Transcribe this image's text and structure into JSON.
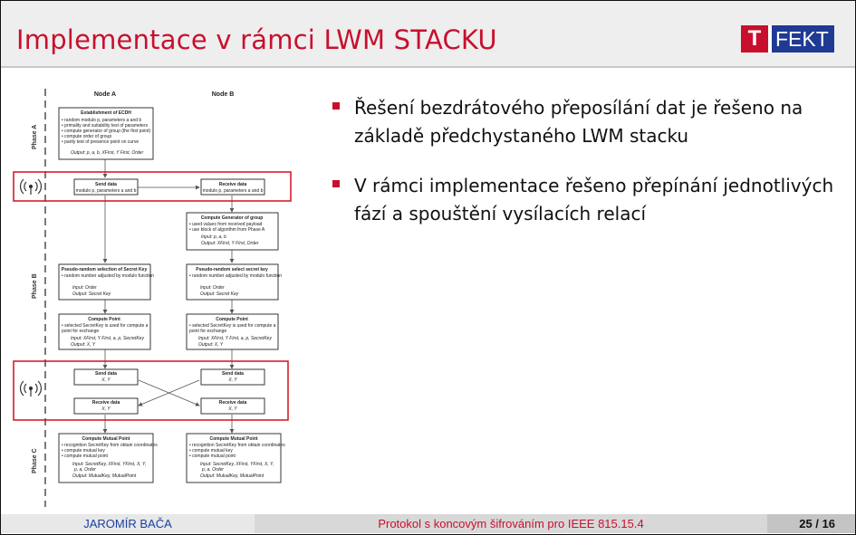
{
  "slide": {
    "title": "Implementace v rámci LWM STACKU",
    "logo": {
      "letter": "T",
      "word": "FEKT"
    },
    "bullets": [
      "Řešení bezdrátového přeposílání dat je řešeno na základě předchystaného LWM stacku",
      "V rámci implementace řešeno přepínání jednotlivých fází a spouštění vysílacích relací"
    ],
    "footer": {
      "author": "JAROMÍR BAČA",
      "talk": "Protokol s koncovým šifrováním pro IEEE 815.15.4",
      "page": "25 / 16"
    }
  },
  "diagram": {
    "node_a": "Node A",
    "node_b": "Node B",
    "phase_a": "Phase A",
    "phase_b": "Phase B",
    "phase_c": "Phase C",
    "ecdh": {
      "title": "Establishment of ECDH",
      "l1": "• random modulo p, parameters a and b",
      "l2": "• primality and suitability test of parameters",
      "l3": "• compute generator of group (the first point)",
      "l4": "• compute order of group",
      "l5": "• parity test of presence point on curve",
      "out": "Output: p, a, b, XFirst, Y First, Order"
    },
    "send1": {
      "title": "Send data",
      "sub": "modulo p, parameters a and b"
    },
    "recv1": {
      "title": "Receive data",
      "sub": "modulo p, parameters a and b"
    },
    "gen": {
      "title": "Compute Generator of group",
      "l1": "• used values from received payload",
      "l2": "• use block of algorithm from Phase A",
      "in": "Input: p, a, b",
      "out": "Output: XFirst, Y First, Order"
    },
    "pra": {
      "title": "Pseudo-random selection of Secret Key",
      "l1": "• random number adjusted by modulo function",
      "in": "Input: Order",
      "out": "Output: Secret Key"
    },
    "prb": {
      "title": "Pseudo-random select secret key",
      "l1": "• random number adjusted by modulo function",
      "in": "Input: Order",
      "out": "Output: Secret Key"
    },
    "cpa": {
      "title": "Compute Point",
      "l1": "• selected SecretKey is used for compute a",
      "l2": "  point for exchange",
      "in": "Input: XFirst, Y First, a, p, SecretKey",
      "out": "Output: X, Y"
    },
    "cpb": {
      "title": "Compute Point",
      "l1": "• selected SecretKey is used for compute a",
      "l2": "  point for exchange",
      "in": "Input: XFirst, Y First, a, p, SecretKey",
      "out": "Output: X, Y"
    },
    "send2a": {
      "title": "Send data",
      "sub": "X, Y"
    },
    "send2b": {
      "title": "Send data",
      "sub": "X, Y"
    },
    "recv2a": {
      "title": "Receive data",
      "sub": "X, Y"
    },
    "recv2b": {
      "title": "Receive data",
      "sub": "X, Y"
    },
    "cma": {
      "title": "Compute Mutual Point",
      "l1": "• recognition SecretKey from obtain coordinates",
      "l2": "• compute mutual key",
      "l3": "• compute mutual point",
      "in": "Input: SecretKey, XFirst, YFirst, X, Y,",
      "in2": "p, a, Order",
      "out": "Output: MutualKey, MutualPoint"
    },
    "cmb": {
      "title": "Compute Mutual Point",
      "l1": "• recognition SecretKey from obtain coordinates",
      "l2": "• compute mutual key",
      "l3": "• compute mutual point",
      "in": "Input: SecretKey, XFirst, YFirst, X, Y,",
      "in2": "p, a, Order",
      "out": "Output: MutualKey, MutualPoint"
    }
  }
}
